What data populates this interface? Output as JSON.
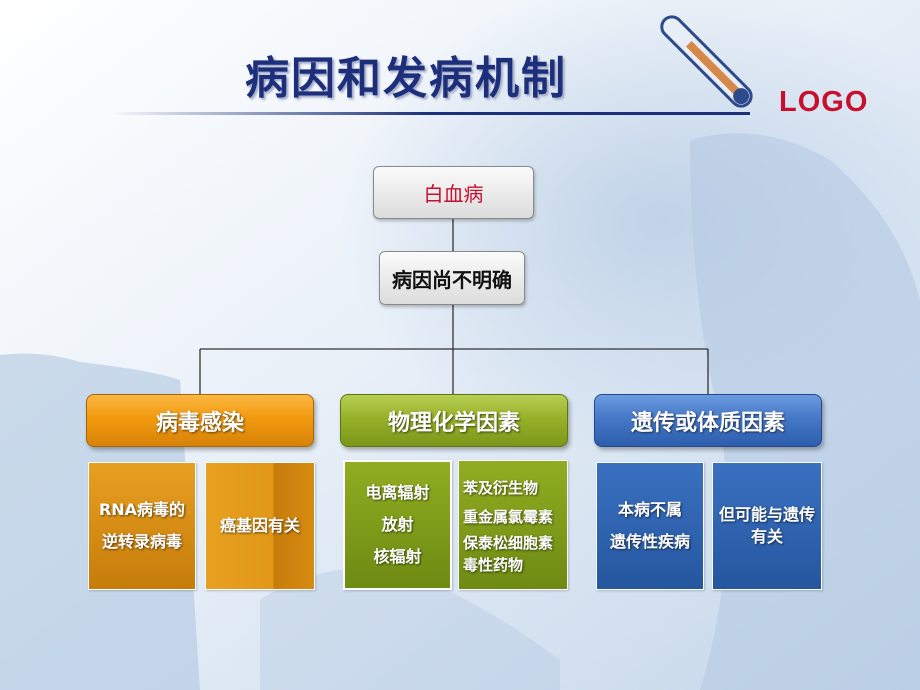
{
  "slide": {
    "title": "病因和发病机制",
    "logo": "LOGO"
  },
  "diagram": {
    "root": "白血病",
    "sub": "病因尚不明确",
    "categories": [
      {
        "label": "病毒感染",
        "leaves": [
          {
            "lines": [
              "RNA病毒的",
              "逆转录病毒"
            ]
          },
          {
            "lines": [
              "癌基因有关"
            ]
          }
        ]
      },
      {
        "label": "物理化学因素",
        "leaves": [
          {
            "lines": [
              "电离辐射",
              "放射",
              "核辐射"
            ]
          },
          {
            "lines": [
              "苯及衍生物",
              "重金属氯霉素",
              "保泰松细胞素",
              "毒性药物"
            ]
          }
        ]
      },
      {
        "label": "遗传或体质因素",
        "leaves": [
          {
            "lines": [
              "本病不属",
              "遗传性疾病"
            ]
          },
          {
            "lines": [
              "但可能与遗传",
              "有关"
            ]
          }
        ]
      }
    ]
  },
  "colors": {
    "title": "#1d2f7a",
    "root_text": "#c8102e",
    "logo": "#c8102e",
    "orange": "#f29a0e",
    "green": "#98b12a",
    "blue": "#4678c8"
  }
}
